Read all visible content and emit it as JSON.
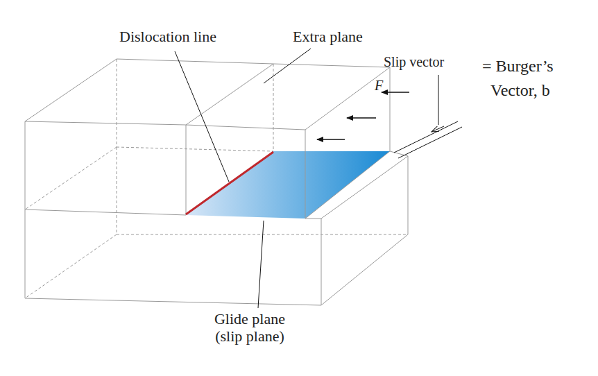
{
  "diagram": {
    "labels": [
      "Dislocation line",
      "Extra plane",
      "Slip vector",
      "= Burger’s",
      "Vector, b",
      "F",
      "Glide plane (slip plane)"
    ]
  }
}
